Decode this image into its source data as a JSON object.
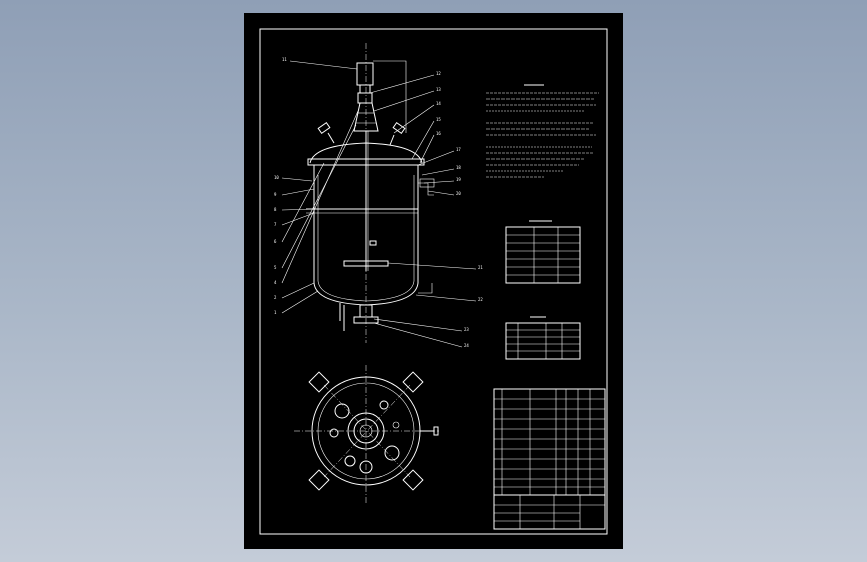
{
  "drawing": {
    "part_numbers": [
      "1",
      "2",
      "3",
      "4",
      "5",
      "6",
      "7",
      "8",
      "9",
      "10",
      "11",
      "12",
      "13",
      "14",
      "15",
      "16",
      "17",
      "18",
      "19",
      "20",
      "21",
      "22",
      "23",
      "24"
    ],
    "colors": {
      "background": "#000000",
      "lines": "#ffffff",
      "viewport_top": "#8f9fb6",
      "viewport_bottom": "#c4ccd8"
    }
  }
}
